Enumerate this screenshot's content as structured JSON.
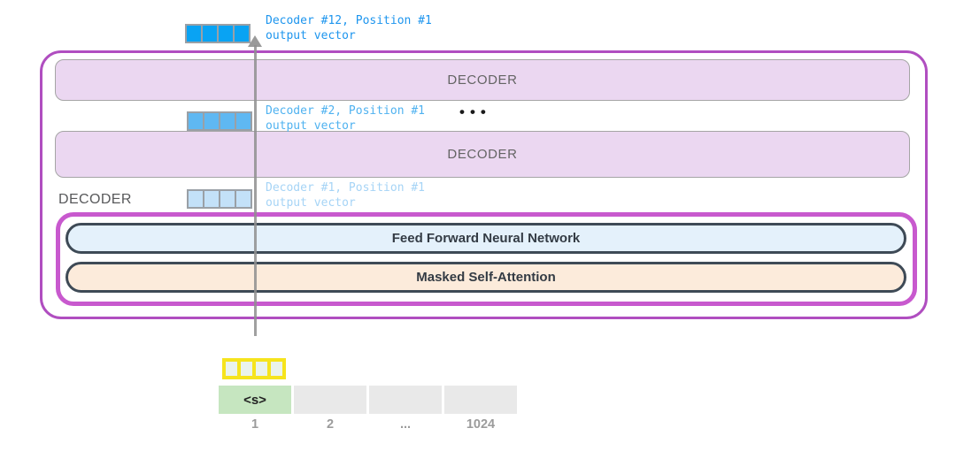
{
  "figure": {
    "output_labels": {
      "top": {
        "line1": "Decoder #12, Position #1",
        "line2": "output vector"
      },
      "mid": {
        "line1": "Decoder #2, Position #1",
        "line2": "output vector"
      },
      "low": {
        "line1": "Decoder #1, Position #1",
        "line2": "output vector"
      }
    },
    "stack": {
      "decoder_top_label": "DECODER",
      "decoder_mid_label": "DECODER",
      "ellipsis_dots": "•••",
      "decoder_side_label": "DECODER",
      "ffnn_label": "Feed Forward Neural Network",
      "masked_attention_label": "Masked Self-Attention"
    },
    "input": {
      "token_cells": [
        "<s>",
        "",
        "",
        ""
      ],
      "position_labels": [
        "1",
        "2",
        "...",
        "1024"
      ]
    },
    "colors": {
      "outer_border": "#b04ec0",
      "inner_border": "#c859ce",
      "decoder_fill": "#ebd7f1",
      "ffnn_fill": "#e4f1fb",
      "attention_fill": "#fcebdb",
      "pill_border": "#3e4a56",
      "vector_blue_bright": "#09a3f3",
      "vector_blue_mid": "#5fb8f2",
      "vector_blue_light": "#c3e1f8",
      "label_blue_bright": "#1d95ee",
      "label_blue_mid": "#4fb2f0",
      "label_blue_light": "#a6d4f6",
      "embedding_yellow": "#f6e41d",
      "token_green": "#c6e6c0",
      "token_gray": "#e9e9e9"
    }
  }
}
